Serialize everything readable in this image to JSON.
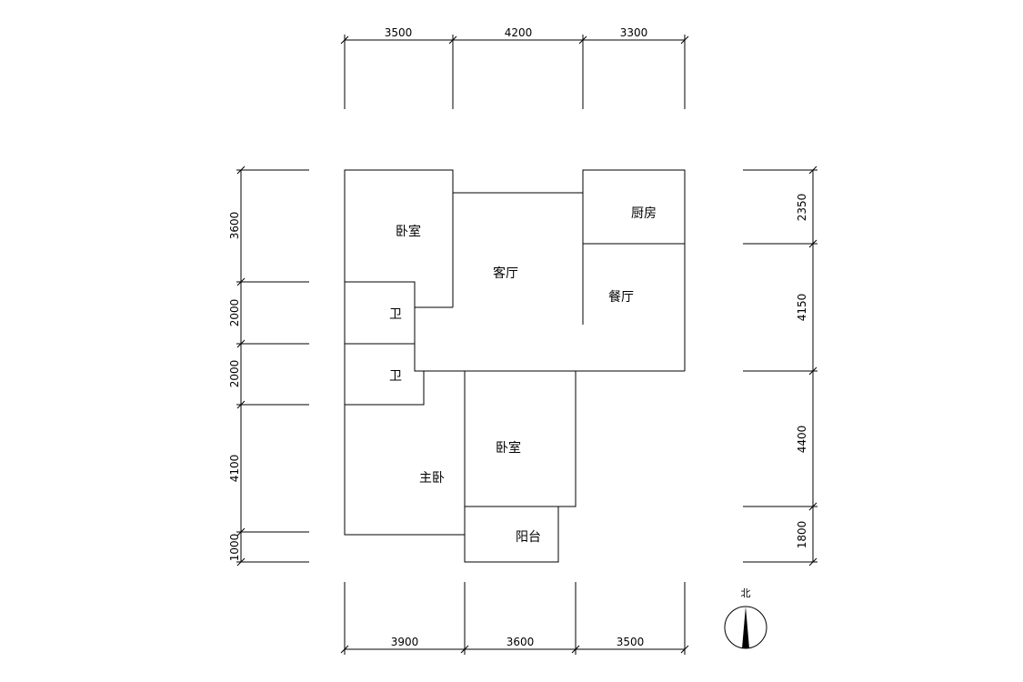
{
  "dimensions": {
    "top": [
      "3500",
      "4200",
      "3300"
    ],
    "bottom": [
      "3900",
      "3600",
      "3500"
    ],
    "left": [
      "3600",
      "2000",
      "2000",
      "4100",
      "1000"
    ],
    "right": [
      "2350",
      "4150",
      "4400",
      "1800"
    ]
  },
  "rooms": {
    "bedroom_nw": "卧室",
    "living_room": "客厅",
    "kitchen": "厨房",
    "dining_room": "餐厅",
    "bathroom_1": "卫",
    "bathroom_2": "卫",
    "bedroom_s": "卧室",
    "master_bedroom": "主卧",
    "balcony": "阳台"
  },
  "compass": {
    "label": "北"
  }
}
